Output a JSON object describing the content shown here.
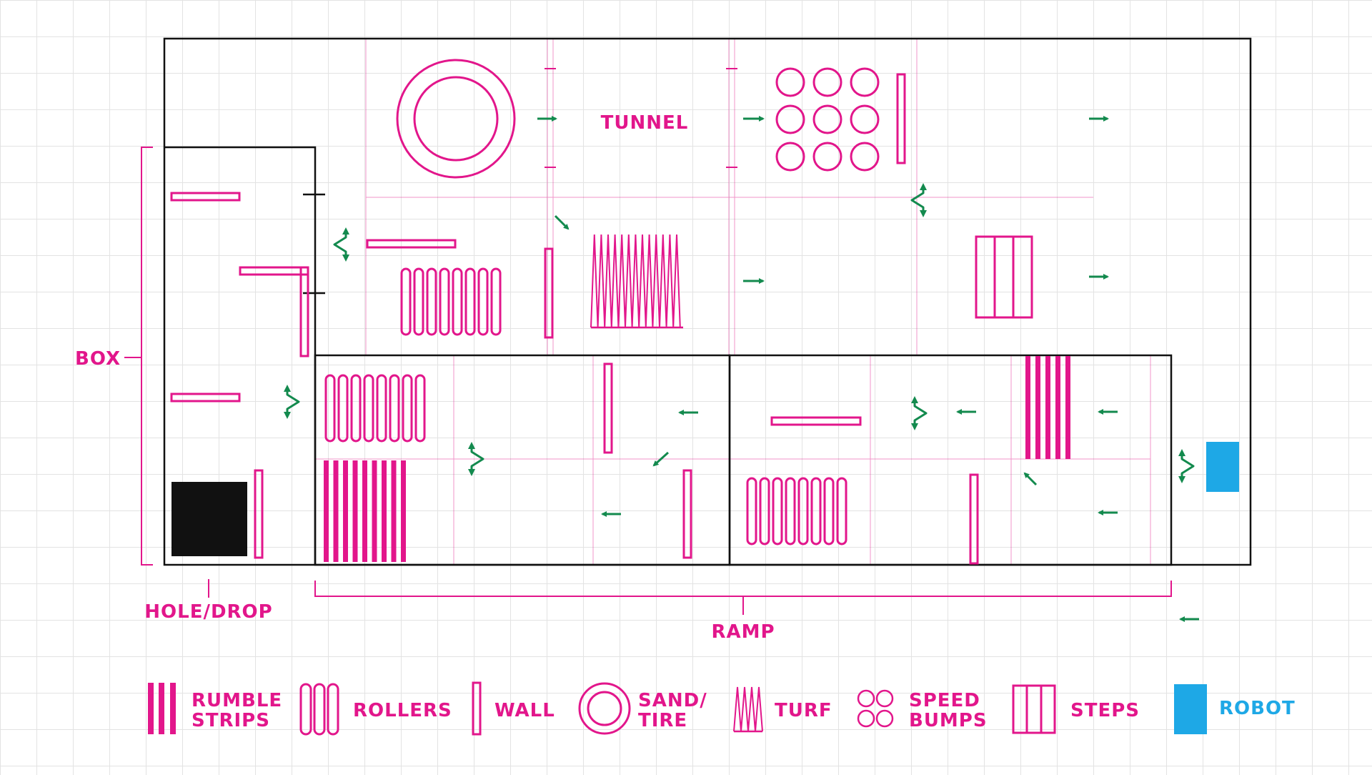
{
  "colors": {
    "magenta": "#e2168b",
    "green": "#138a4e",
    "black": "#111111",
    "robot_blue": "#1ea8e6",
    "grid": "#e3e3e3"
  },
  "labels": {
    "tunnel": "TUNNEL",
    "box": "BOX",
    "hole_drop": "HOLE/DROP",
    "ramp": "RAMP"
  },
  "legend": {
    "rumble_strips": [
      "RUMBLE",
      "STRIPS"
    ],
    "rollers": "ROLLERS",
    "wall": "WALL",
    "sand_tire": [
      "SAND/",
      "TIRE"
    ],
    "turf": "TURF",
    "speed_bumps": [
      "SPEED",
      "BUMPS"
    ],
    "steps": "STEPS",
    "robot": "ROBOT"
  },
  "icons": {
    "arrow": "arrow-icon",
    "zigzag": "zigzag-arrow-icon"
  }
}
